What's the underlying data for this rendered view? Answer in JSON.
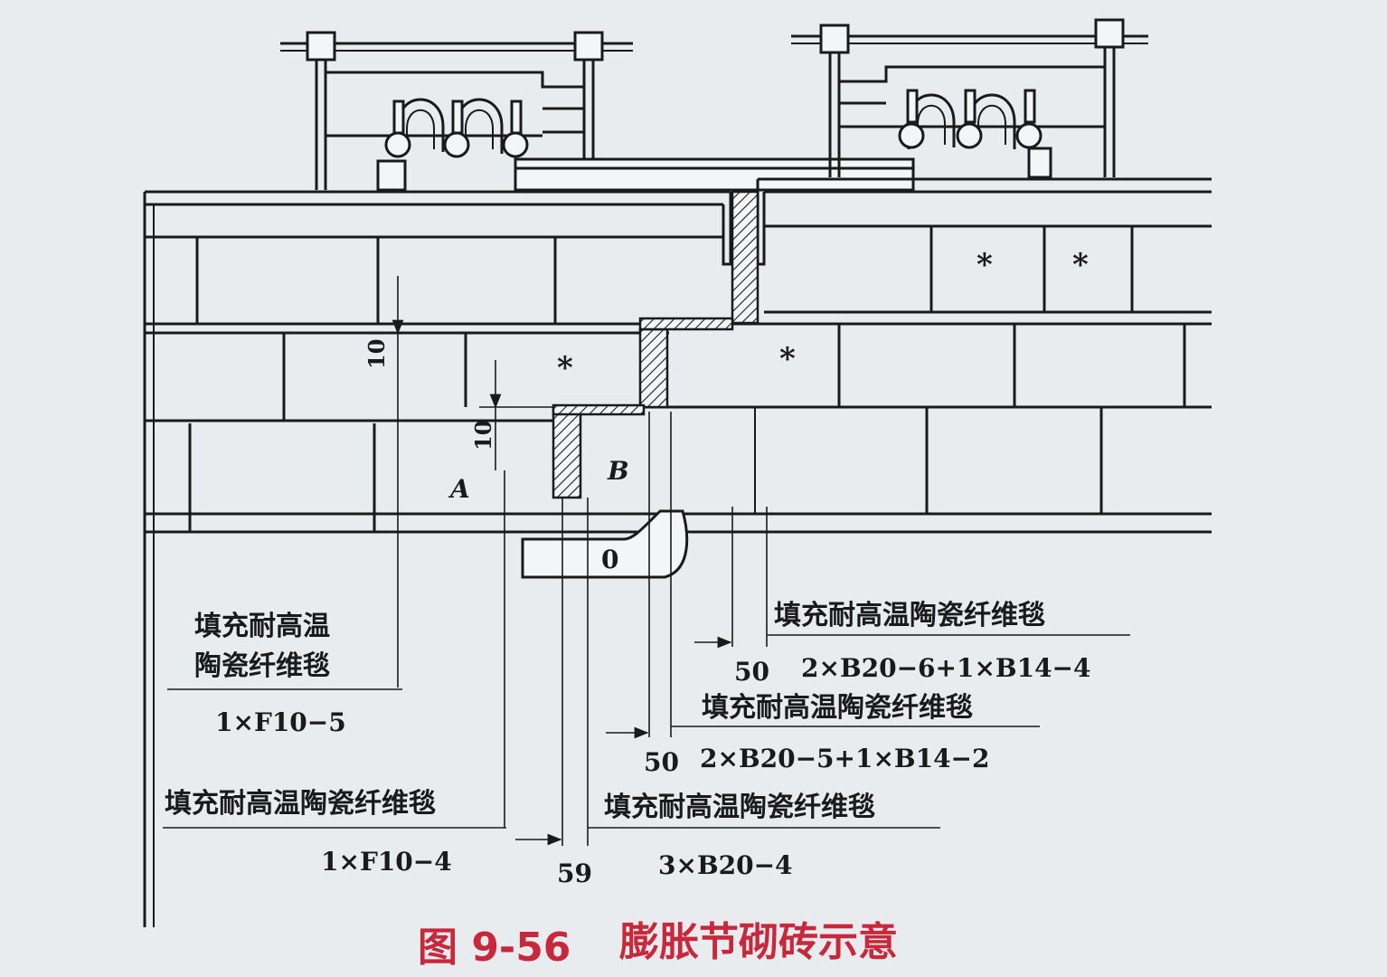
{
  "caption": {
    "figure_no": "图 9-56",
    "title": "膨胀节砌砖示意"
  },
  "labels": {
    "point_a": "A",
    "point_b": "B",
    "point_zero": "0",
    "brick_marks": [
      "*",
      "*",
      "*",
      "*"
    ],
    "dim_upper": "10",
    "dim_lower": "10"
  },
  "callouts": [
    {
      "id": "left-top",
      "line1": "填充耐高温",
      "line2": "陶瓷纤维毯",
      "spec": "1×F10−5"
    },
    {
      "id": "left-bottom",
      "line1": "填充耐高温陶瓷纤维毯",
      "spec": "1×F10−4"
    },
    {
      "id": "right-1",
      "text": "填充耐高温陶瓷纤维毯",
      "dim": "50",
      "spec": "2×B20−6+1×B14−4"
    },
    {
      "id": "right-2",
      "text": "填充耐高温陶瓷纤维毯",
      "dim": "50",
      "spec": "2×B20−5+1×B14−2"
    },
    {
      "id": "right-3",
      "text": "填充耐高温陶瓷纤维毯",
      "dim": "59",
      "spec": "3×B20−4"
    }
  ],
  "colors": {
    "caption": "#c8283c",
    "ink": "#1a1a1a",
    "paper": "#e9ecef"
  }
}
